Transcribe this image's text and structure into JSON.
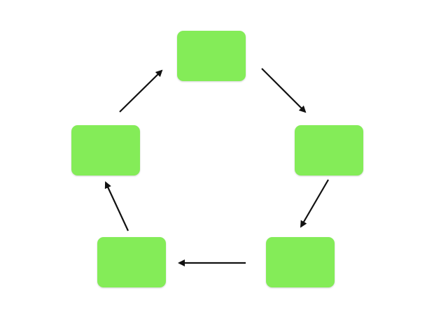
{
  "diagram": {
    "background_color": "#ffffff",
    "node_color": "#84ec58",
    "arrow_color": "#111111",
    "nodes": [
      {
        "id": "top",
        "label": ""
      },
      {
        "id": "right",
        "label": ""
      },
      {
        "id": "bottom-right",
        "label": ""
      },
      {
        "id": "bottom-left",
        "label": ""
      },
      {
        "id": "left",
        "label": ""
      }
    ],
    "edges": [
      {
        "from": "top",
        "to": "right"
      },
      {
        "from": "right",
        "to": "bottom-right"
      },
      {
        "from": "bottom-right",
        "to": "bottom-left"
      },
      {
        "from": "bottom-left",
        "to": "left"
      },
      {
        "from": "left",
        "to": "top"
      }
    ]
  }
}
